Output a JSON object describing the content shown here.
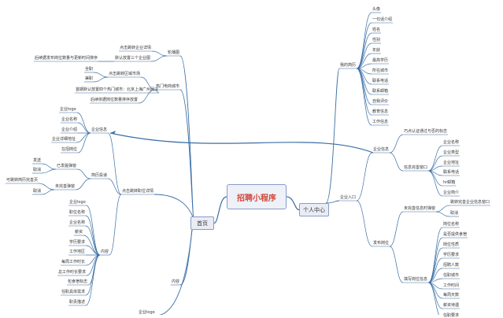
{
  "center": "招聘小程序",
  "branches": {
    "home": "首页",
    "personal": "个人中心"
  },
  "home_tree": {
    "carousel": "轮播图",
    "carousel_click": "点击跳转企业详情",
    "carousel_default": "默认放置三个企业图",
    "carousel_sort": "后续据发布岗位数量与更新时间排序",
    "hot_city": "热门电商城市",
    "hot_city_click": "点击跳转区域市场",
    "full_time": "全职",
    "part_time": "兼职",
    "hot_city_default": "首期默认放置四个热门城市：北京上海广州武汉",
    "hot_city_sort": "后续依据岗位数量排序放置",
    "job_click": "点击跳转职位详情",
    "company_info": "企业信息",
    "company_info_items": [
      "企业logo",
      "企业名称",
      "企业介绍",
      "企业详细地址",
      "在招岗位"
    ],
    "resume": "简历投递",
    "sent_popup": "已发履弹窗",
    "send": "发送",
    "cancel1": "取消",
    "no_resume_popup": "未完善弹窗",
    "go_complete": "可跳转简历完善页",
    "cancel2": "取消",
    "content": "内容",
    "content_items": [
      "企业logo",
      "职位名称",
      "企业名称",
      "薪资",
      "学历要求",
      "工作地区",
      "每周工作时长",
      "总工作时长要求",
      "包食宿标志",
      "任职具体需求",
      "职责描述"
    ],
    "content_label": "内容",
    "bottom_logo": "企业logo"
  },
  "personal_tree": {
    "my_resume": "我的简历",
    "resume_items": [
      "头像",
      "一句话介绍",
      "姓名",
      "性别",
      "年龄",
      "最高学历",
      "所在城市",
      "联系电话",
      "联系邮箱",
      "自我评价",
      "教育信息",
      "工作信息"
    ],
    "company_entry": "企业入口",
    "company_info": "企业信息",
    "verify_hint": "巧点认证通过与否的标志",
    "info_complete": "信息完善窗口",
    "complete_items": [
      "企业名称",
      "企业类型",
      "企业地址",
      "联系电话",
      "hr邮箱",
      "企业简介"
    ],
    "publish": "发布岗位",
    "not_complete_popup": "未完善信息时弹窗",
    "go_complete_window": "跳转完善企业信息窗口",
    "cancel": "取消",
    "fill_info": "填写岗位信息",
    "fill_items": [
      "岗位名称",
      "是否提供食宿",
      "岗位性质",
      "学历要求",
      "招聘人数",
      "任职城市",
      "工作时间",
      "每周天数",
      "薪资待遇",
      "任职要求"
    ]
  }
}
